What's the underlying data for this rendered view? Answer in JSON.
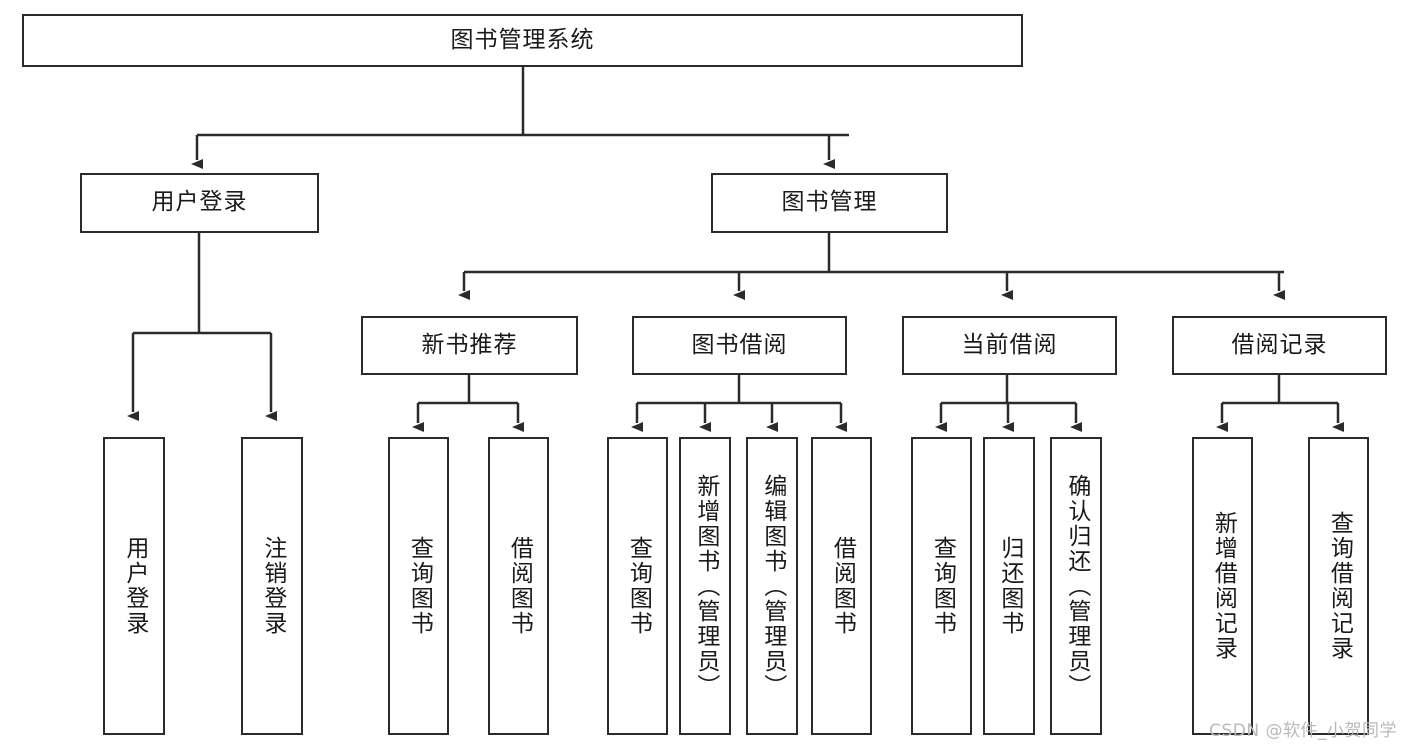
{
  "diagram": {
    "title": "图书管理系统",
    "type": "tree-hierarchy",
    "watermark": "CSDN @软件_小贺同学",
    "colors": {
      "box_border": "#2b2b2b",
      "box_fill": "#ffffff",
      "connector": "#333333",
      "text": "#1a1a1a",
      "watermark": "#b9b9b9",
      "background": "#ffffff"
    },
    "nodes": {
      "root": {
        "label": "图书管理系统",
        "level": 1,
        "orientation": "horizontal"
      },
      "l2": [
        {
          "label": "用户登录",
          "level": 2,
          "orientation": "horizontal"
        },
        {
          "label": "图书管理",
          "level": 2,
          "orientation": "horizontal"
        }
      ],
      "l3": [
        {
          "label": "新书推荐",
          "level": 3,
          "orientation": "horizontal"
        },
        {
          "label": "图书借阅",
          "level": 3,
          "orientation": "horizontal"
        },
        {
          "label": "当前借阅",
          "level": 3,
          "orientation": "horizontal"
        },
        {
          "label": "借阅记录",
          "level": 3,
          "orientation": "horizontal"
        }
      ],
      "leaves_user_login": [
        {
          "label": "用户登录",
          "orientation": "vertical"
        },
        {
          "label": "注销登录",
          "orientation": "vertical"
        }
      ],
      "leaves_new_book": [
        {
          "label": "查询图书",
          "orientation": "vertical"
        },
        {
          "label": "借阅图书",
          "orientation": "vertical"
        }
      ],
      "leaves_borrow": [
        {
          "label": "查询图书",
          "orientation": "vertical"
        },
        {
          "label": "新增图书（管理员）",
          "orientation": "vertical"
        },
        {
          "label": "编辑图书（管理员）",
          "orientation": "vertical"
        },
        {
          "label": "借阅图书",
          "orientation": "vertical"
        }
      ],
      "leaves_current": [
        {
          "label": "查询图书",
          "orientation": "vertical"
        },
        {
          "label": "归还图书",
          "orientation": "vertical"
        },
        {
          "label": "确认归还（管理员）",
          "orientation": "vertical"
        }
      ],
      "leaves_records": [
        {
          "label": "新增借阅记录",
          "orientation": "vertical"
        },
        {
          "label": "查询借阅记录",
          "orientation": "vertical"
        }
      ]
    }
  }
}
